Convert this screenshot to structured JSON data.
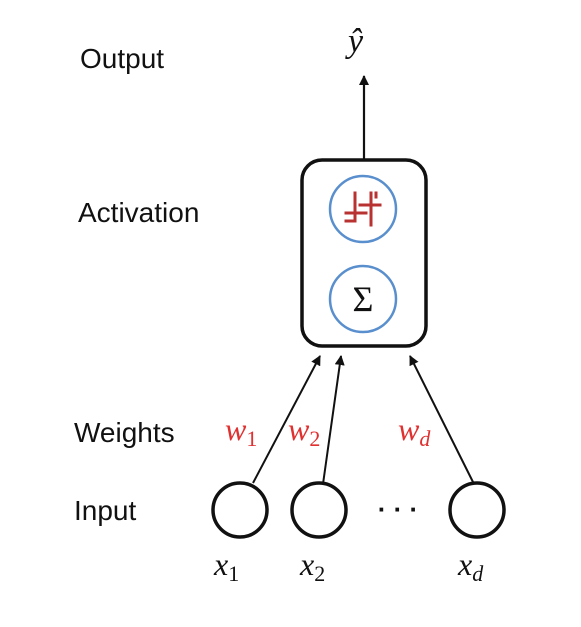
{
  "labels": {
    "output": "Output",
    "activation": "Activation",
    "weights": "Weights",
    "input": "Input"
  },
  "output_symbol": "ŷ",
  "sum_symbol": "Σ",
  "ellipsis": "· · ·",
  "weights": [
    {
      "sym": "w",
      "sub": "1"
    },
    {
      "sym": "w",
      "sub": "2"
    },
    {
      "sym": "w",
      "sub": "d"
    }
  ],
  "inputs": [
    {
      "sym": "x",
      "sub": "1"
    },
    {
      "sym": "x",
      "sub": "2"
    },
    {
      "sym": "x",
      "sub": "d"
    }
  ],
  "colors": {
    "weights": "#e03030",
    "step": "#b83232",
    "node_border": "#5a8fce",
    "line": "#111111"
  }
}
